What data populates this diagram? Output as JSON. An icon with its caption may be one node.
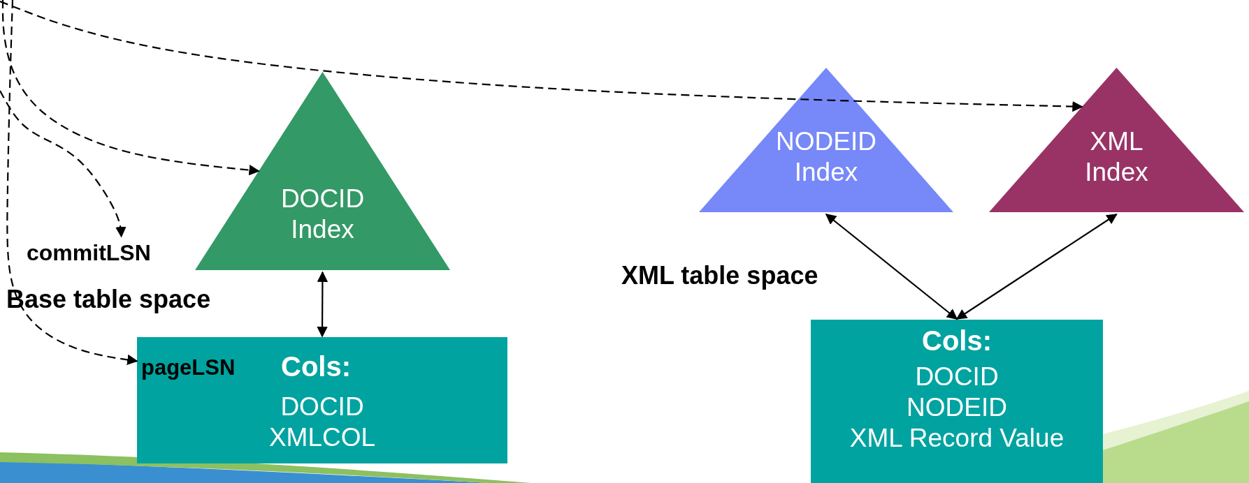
{
  "diagram": {
    "nodes": [
      {
        "text": [
          "DOCID Index"
        ]
      },
      {
        "text": [
          "NODEID Index"
        ]
      },
      {
        "text": [
          "XML Index"
        ]
      },
      {
        "text": [
          "pageLSN",
          "Cols:",
          "DOCID",
          "XMLCOL"
        ]
      },
      {
        "text": [
          "Cols:",
          "DOCID",
          "NODEID",
          "XML Record Value"
        ]
      },
      {
        "text": [
          "commitLSN"
        ]
      }
    ],
    "edges": [
      {
        "from": null,
        "to": 2,
        "arrow": "to",
        "style": "dashed"
      },
      {
        "from": null,
        "to": 0,
        "arrow": "to",
        "style": "dashed"
      },
      {
        "from": null,
        "to": 5,
        "arrow": "to",
        "style": "dashed"
      },
      {
        "from": null,
        "to": 3,
        "arrow": "to",
        "style": "dashed"
      },
      {
        "from": 0,
        "to": 3,
        "arrow": "both"
      },
      {
        "from": 1,
        "to": 4,
        "arrow": "both"
      },
      {
        "from": 2,
        "to": 4,
        "arrow": "both"
      }
    ],
    "labels": [
      "Base table space",
      "XML table space"
    ]
  }
}
